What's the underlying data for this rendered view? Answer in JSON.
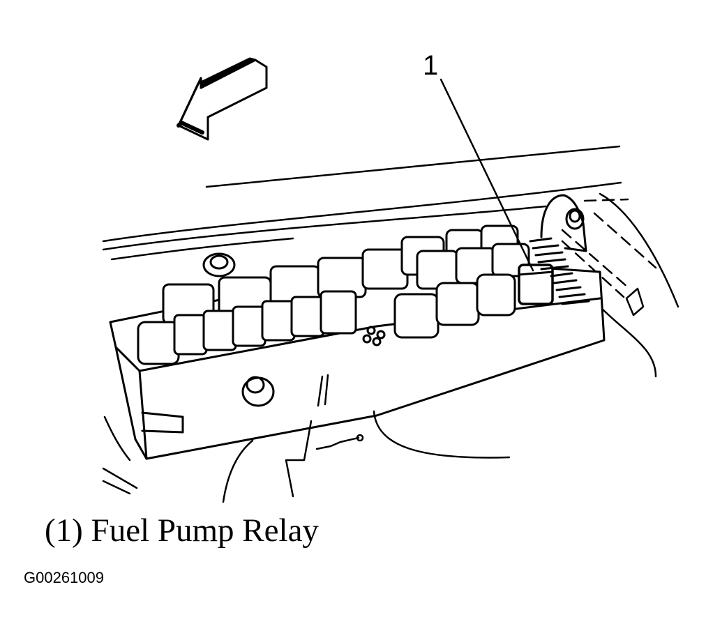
{
  "callout": {
    "number": "1"
  },
  "caption": "(1) Fuel Pump Relay",
  "figure_id": "G00261009",
  "colors": {
    "ink": "#000000",
    "paper": "#ffffff"
  }
}
